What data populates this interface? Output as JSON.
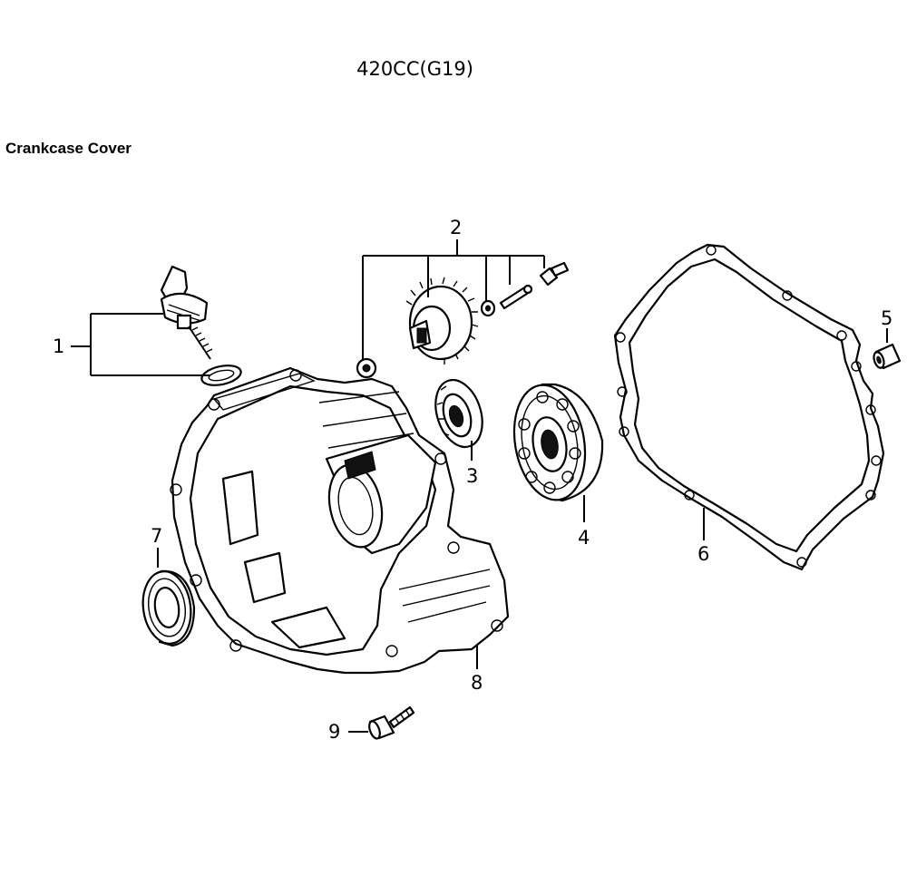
{
  "header": {
    "model": "420CC(G19)",
    "section": "Crankcase Cover"
  },
  "callouts": {
    "c1": "1",
    "c2": "2",
    "c3": "3",
    "c4": "4",
    "c5a": "5",
    "c5b": "5",
    "c6": "6",
    "c7": "7",
    "c8": "8",
    "c9": "9"
  }
}
